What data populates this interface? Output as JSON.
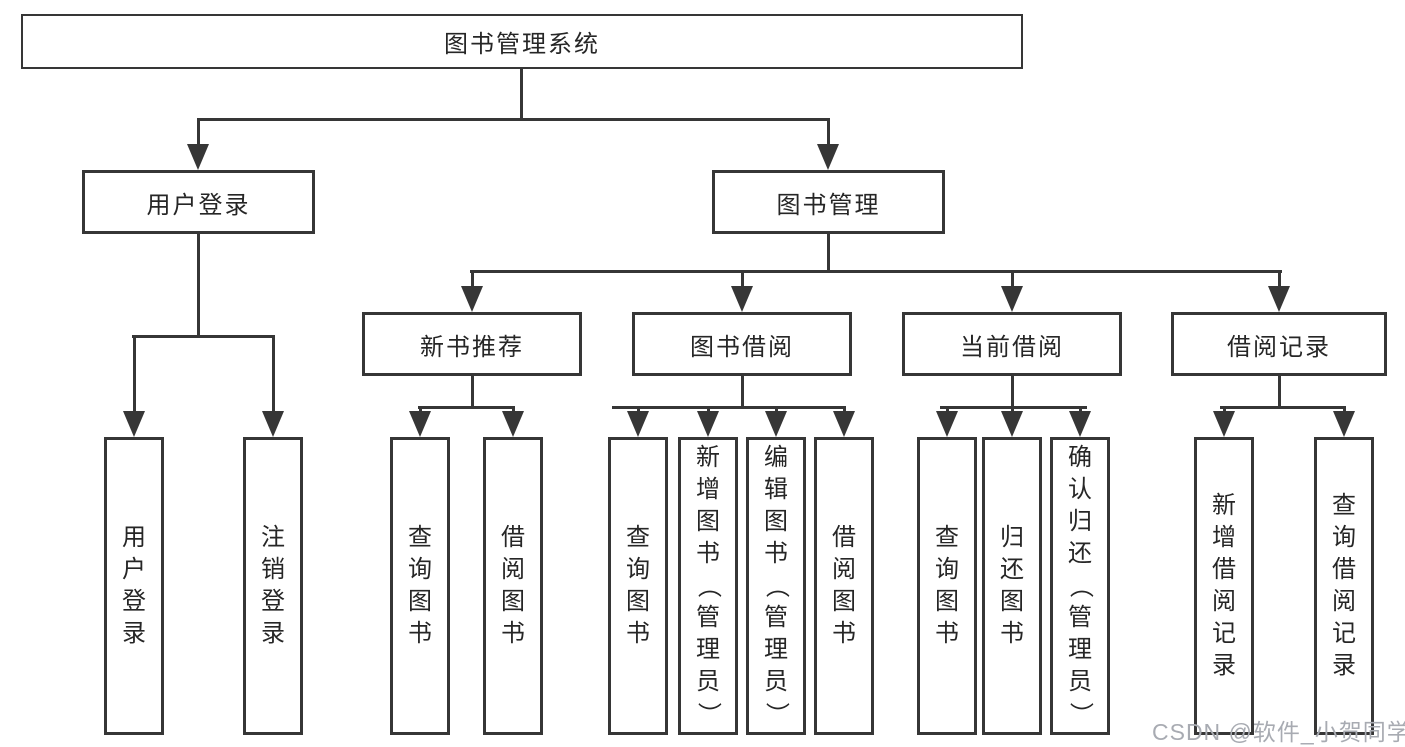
{
  "tree": {
    "label": "图书管理系统",
    "children": [
      {
        "label": "用户登录",
        "children": [
          {
            "label": "用户登录"
          },
          {
            "label": "注销登录"
          }
        ]
      },
      {
        "label": "图书管理",
        "children": [
          {
            "label": "新书推荐",
            "children": [
              {
                "label": "查询图书"
              },
              {
                "label": "借阅图书"
              }
            ]
          },
          {
            "label": "图书借阅",
            "children": [
              {
                "label": "查询图书"
              },
              {
                "label": "新增图书（管理员）"
              },
              {
                "label": "编辑图书（管理员）"
              },
              {
                "label": "借阅图书"
              }
            ]
          },
          {
            "label": "当前借阅",
            "children": [
              {
                "label": "查询图书"
              },
              {
                "label": "归还图书"
              },
              {
                "label": "确认归还（管理员）"
              }
            ]
          },
          {
            "label": "借阅记录",
            "children": [
              {
                "label": "新增借阅记录"
              },
              {
                "label": "查询借阅记录"
              }
            ]
          }
        ]
      }
    ]
  },
  "watermark": {
    "text": "CSDN @软件_小贺同学"
  },
  "colors": {
    "line": "#363636",
    "text": "#262626",
    "box_background": "#ffffff",
    "page_background": "#ffffff",
    "watermark": "#a8abb2"
  }
}
